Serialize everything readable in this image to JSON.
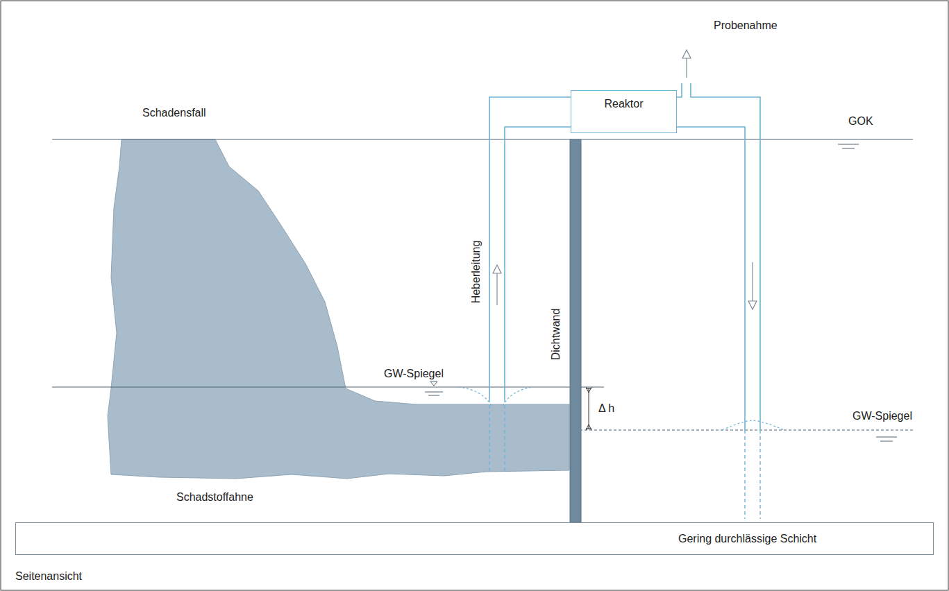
{
  "diagram": {
    "caption": "Seitenansicht",
    "nodes": [
      {
        "text": [
          "Reaktor"
        ]
      },
      {
        "text": [
          "Gering durchlässige Schicht"
        ]
      }
    ],
    "labels": [
      "Probenahme",
      "Schadensfall",
      "GOK",
      "Heberleitung",
      "Dichtwand",
      "GW-Spiegel",
      "Δ h",
      "GW-Spiegel",
      "Schadstoffahne"
    ]
  }
}
